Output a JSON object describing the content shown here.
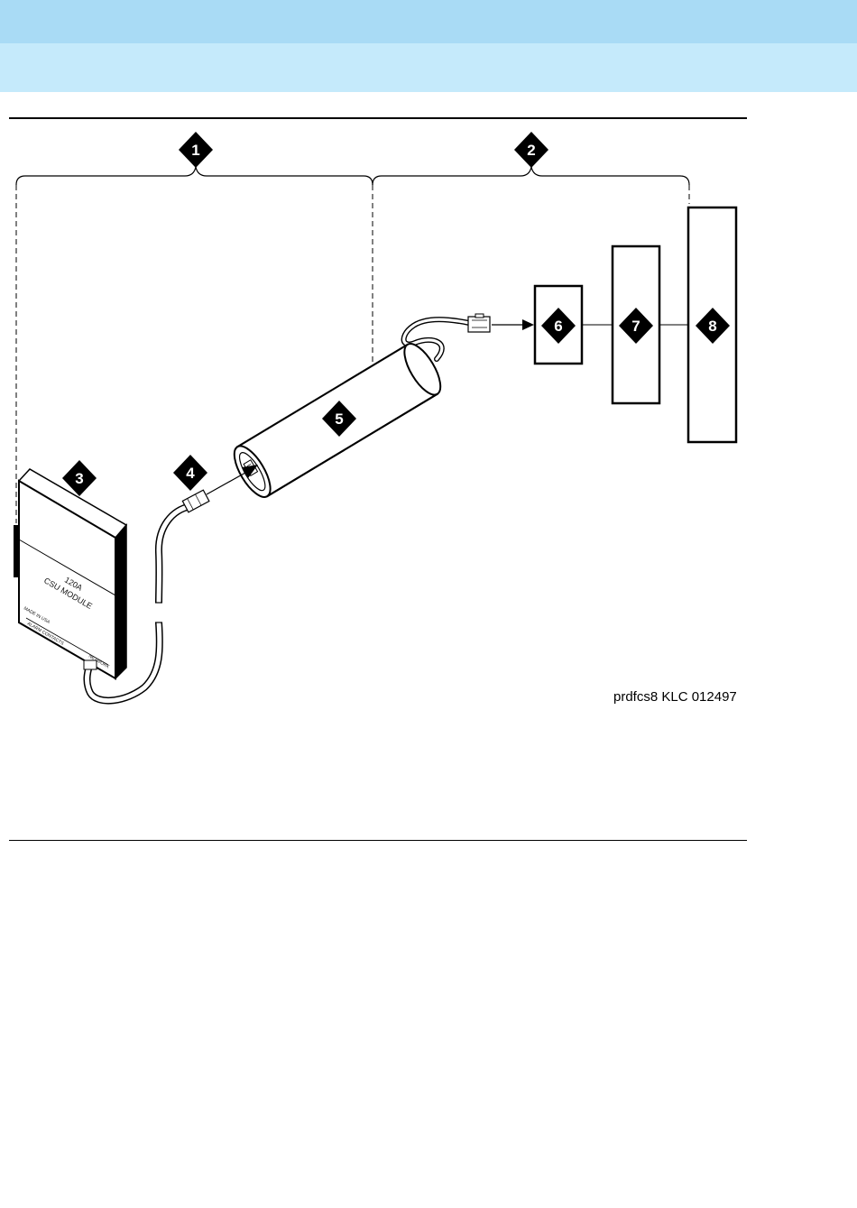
{
  "callouts": [
    "1",
    "2",
    "3",
    "4",
    "5",
    "6",
    "7",
    "8"
  ],
  "module": {
    "line1": "120A",
    "line2": "CSU MODULE",
    "small_left": "MADE IN USA",
    "small_bottom": "ALARM CONTACTS",
    "small_right": "NETWORK"
  },
  "caption": "prdfcs8 KLC 012497",
  "colors": {
    "header_dark": "#a9dbf5",
    "header_light": "#c5eafb"
  }
}
